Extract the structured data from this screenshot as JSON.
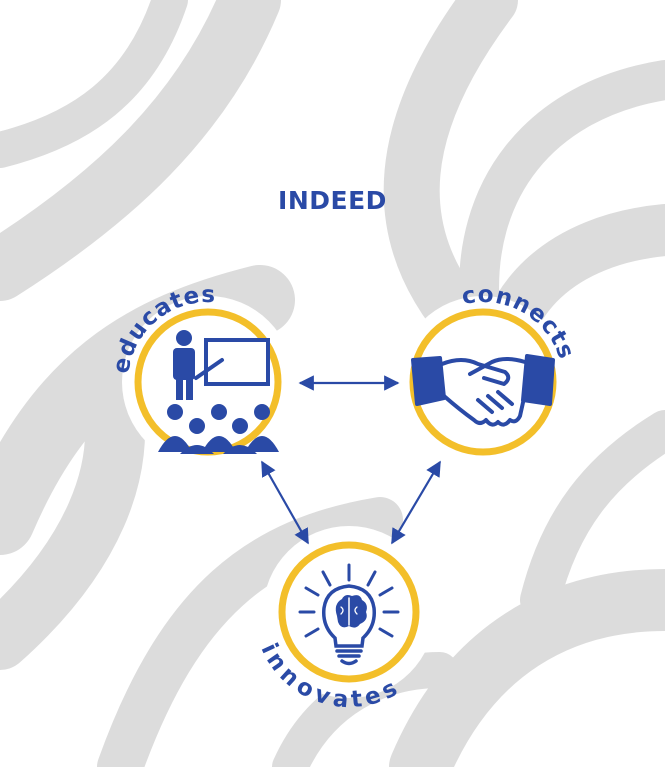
{
  "title": "INDEED",
  "nodes": {
    "educates": {
      "label": "educates",
      "icon": "teacher-classroom-icon"
    },
    "connects": {
      "label": "connects",
      "icon": "handshake-icon"
    },
    "innovates": {
      "label": "innovates",
      "icon": "lightbulb-brain-icon"
    }
  },
  "colors": {
    "primary": "#2a4aa6",
    "ring": "#f3bf2a",
    "background_swirl": "#dcdcdc"
  }
}
